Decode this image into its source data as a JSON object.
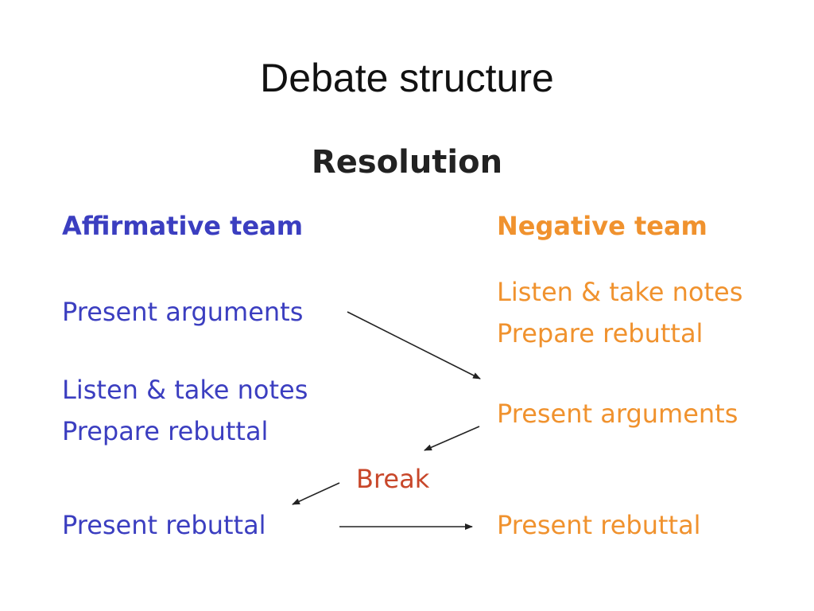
{
  "title": "Debate structure",
  "resolution_label": "Resolution",
  "colors": {
    "affirmative": "#3b3ec0",
    "negative": "#f0922e",
    "break": "#c8472a",
    "arrow": "#222222"
  },
  "affirmative": {
    "heading": "Affirmative team",
    "present_arguments": "Present arguments",
    "listen_notes": "Listen & take notes",
    "prepare_rebuttal": "Prepare rebuttal",
    "present_rebuttal": "Present rebuttal"
  },
  "negative": {
    "heading": "Negative team",
    "listen_notes": "Listen & take notes",
    "prepare_rebuttal": "Prepare rebuttal",
    "present_arguments": "Present arguments",
    "present_rebuttal": "Present rebuttal"
  },
  "break_label": "Break"
}
